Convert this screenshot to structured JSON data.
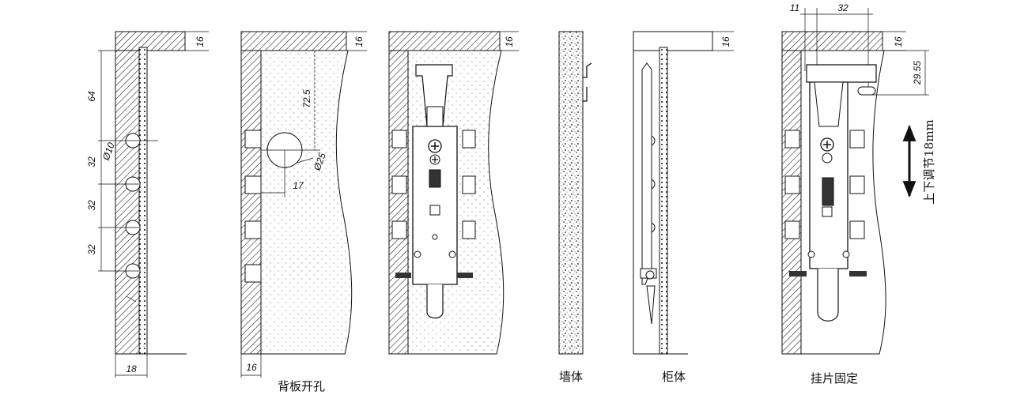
{
  "captions": {
    "backplate_drilling": "背板开孔",
    "wall": "墙体",
    "cabinet": "柜体",
    "hanger_fixing": "挂片固定"
  },
  "dimensions": {
    "d1_top": "16",
    "d1_bottom": "18",
    "d1_spacing_64": "64",
    "d1_spacing_32a": "32",
    "d1_spacing_32b": "32",
    "d1_spacing_32c": "32",
    "d1_hole": "Ø10",
    "d2_top": "16",
    "d2_depth": "72.5",
    "d2_hole": "Ø25",
    "d2_offset": "17",
    "d2_bottom": "16",
    "d5_top": "16",
    "d6_top_left": "11",
    "d6_top_mid": "32",
    "d6_top_right": "16",
    "d6_height": "29.55"
  },
  "adjust_note": "上下调节18mm"
}
